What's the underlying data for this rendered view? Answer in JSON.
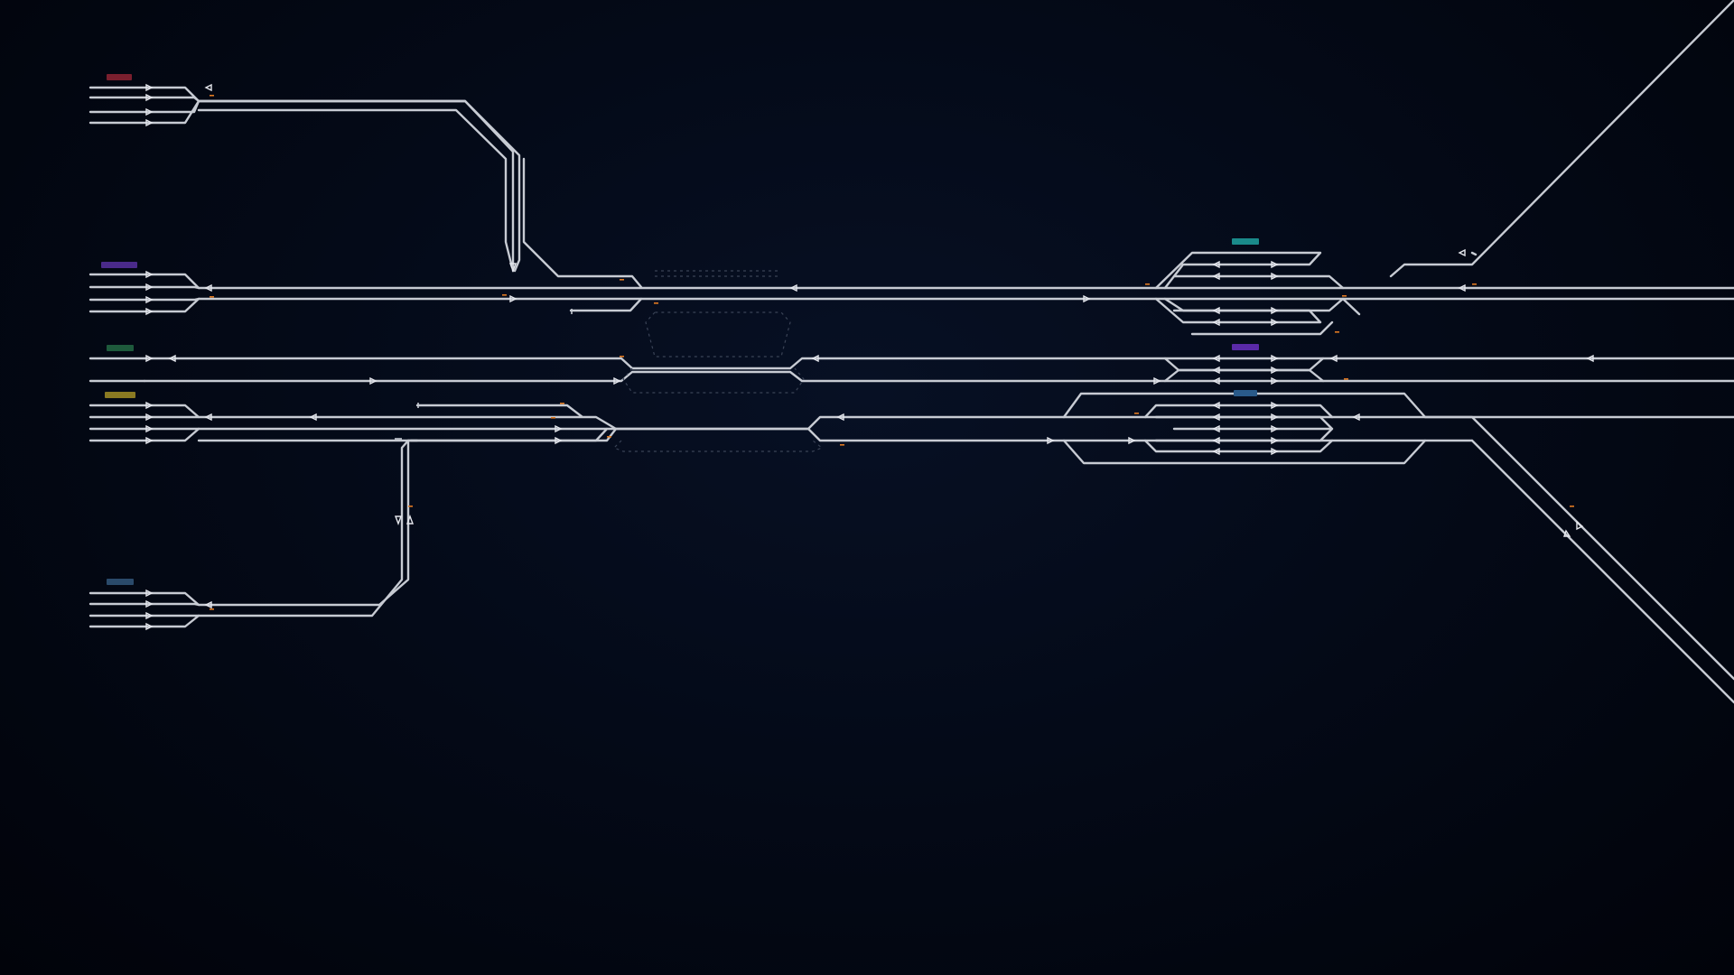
{
  "game": {
    "title": "",
    "view": "signal-panel-track-map"
  },
  "station_tags": [
    {
      "id": "entry-1",
      "label": "",
      "color": "#7a1f2e"
    },
    {
      "id": "entry-2",
      "label": "",
      "color": "#4a2a8a"
    },
    {
      "id": "entry-3",
      "label": "",
      "color": "#1e5a3c"
    },
    {
      "id": "entry-4",
      "label": "",
      "color": "#8a7a22"
    },
    {
      "id": "entry-5",
      "label": "",
      "color": "#2a4a6a"
    },
    {
      "id": "station-east-top",
      "label": "",
      "color": "#1a8a8a"
    },
    {
      "id": "station-east-mid",
      "label": "",
      "color": "#5a2aa8"
    },
    {
      "id": "station-east-low",
      "label": "",
      "color": "#2a5a8a"
    }
  ],
  "colors": {
    "background": "#02050e",
    "track": "#c7cbd3",
    "signal_marker": "#e07a22",
    "dashed_zone": "#3a4356"
  },
  "icons": [
    "signal-forward-icon",
    "signal-backward-icon",
    "buffer-stop-icon"
  ]
}
